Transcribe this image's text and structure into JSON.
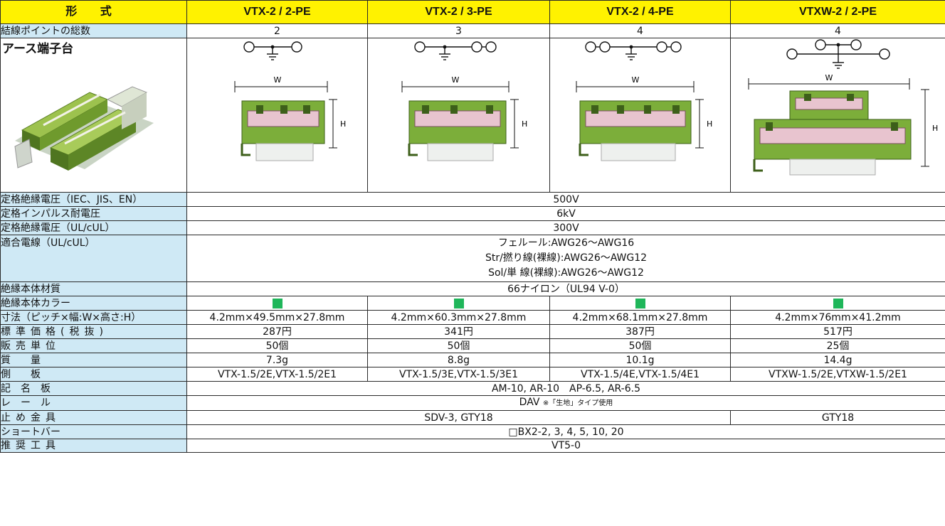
{
  "header": {
    "label": "形 式",
    "models": [
      "VTX-2 / 2-PE",
      "VTX-2 / 3-PE",
      "VTX-2 / 4-PE",
      "VTXW-2 / 2-PE"
    ]
  },
  "connection_points": {
    "label": "結線ポイントの総数",
    "values": [
      "2",
      "3",
      "4",
      "4"
    ]
  },
  "product_image_row": {
    "label": "アース端子台",
    "width_label": "W",
    "height_label": "H"
  },
  "rows_common": [
    {
      "label": "定格絶縁電圧（IEC、JIS、EN）",
      "value": "500V"
    },
    {
      "label": "定格インパルス耐電圧",
      "value": "6kV"
    },
    {
      "label": "定格絶縁電圧（UL/cUL）",
      "value": "300V"
    }
  ],
  "wire": {
    "label": "適合電線（UL/cUL）",
    "lines": [
      "フェルール:AWG26～AWG16",
      "Str/撚り線(裸線):AWG26～AWG12",
      "Sol/単 線(裸線):AWG26～AWG12"
    ]
  },
  "material": {
    "label": "絶縁本体材質",
    "value": "66ナイロン（UL94 V-0）"
  },
  "color": {
    "label": "絶縁本体カラー",
    "swatch": "#1fb65a"
  },
  "dimensions": {
    "label": "寸法（ピッチ×幅:W×高さ:H）",
    "values": [
      "4.2mm×49.5mm×27.8mm",
      "4.2mm×60.3mm×27.8mm",
      "4.2mm×68.1mm×27.8mm",
      "4.2mm×76mm×41.2mm"
    ]
  },
  "price": {
    "label": "標準価格(税抜)",
    "values": [
      "287円",
      "341円",
      "387円",
      "517円"
    ]
  },
  "unit": {
    "label": "販売単位",
    "values": [
      "50個",
      "50個",
      "50個",
      "25個"
    ]
  },
  "mass": {
    "label": "質量",
    "values": [
      "7.3g",
      "8.8g",
      "10.1g",
      "14.4g"
    ]
  },
  "side_plate": {
    "label": "側板",
    "values": [
      "VTX-1.5/2E,VTX-1.5/2E1",
      "VTX-1.5/3E,VTX-1.5/3E1",
      "VTX-1.5/4E,VTX-1.5/4E1",
      "VTXW-1.5/2E,VTXW-1.5/2E1"
    ]
  },
  "marker": {
    "label": "記名板",
    "value": "AM-10, AR-10　AP-6.5, AR-6.5"
  },
  "rail": {
    "label": "レール",
    "value": "DAV",
    "note": "※「生地」タイプ使用"
  },
  "stopper": {
    "label": "止め金具",
    "value_a": "SDV-3, GTY18",
    "value_b": "GTY18"
  },
  "short_bar": {
    "label": "ショートバー",
    "value": "□BX2-2, 3, 4, 5, 10, 20"
  },
  "tool": {
    "label": "推奨工具",
    "value": "VT5-0"
  },
  "colors": {
    "header_bg": "#fff200",
    "label_bg": "#cfe9f5",
    "terminal_green": "#7cae3a",
    "terminal_pink": "#e8c4cf",
    "swatch_green": "#1fb65a"
  }
}
